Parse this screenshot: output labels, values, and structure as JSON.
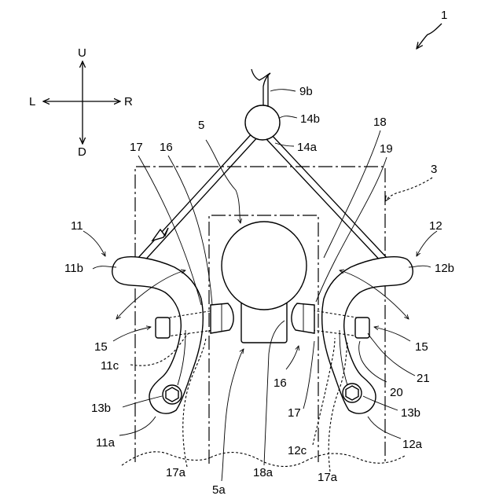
{
  "figure": {
    "ref_1": "1",
    "ref_3": "3",
    "ref_5": "5",
    "ref_5a": "5a",
    "ref_9b": "9b",
    "ref_11": "11",
    "ref_11a": "11a",
    "ref_11b": "11b",
    "ref_11c": "11c",
    "ref_12": "12",
    "ref_12a": "12a",
    "ref_12b": "12b",
    "ref_12c": "12c",
    "ref_13b_left": "13b",
    "ref_13b_right": "13b",
    "ref_14a": "14a",
    "ref_14b": "14b",
    "ref_15_left": "15",
    "ref_15_right": "15",
    "ref_16_left": "16",
    "ref_16_right": "16",
    "ref_17_left": "17",
    "ref_17_right": "17",
    "ref_17a_left": "17a",
    "ref_17a_right": "17a",
    "ref_18": "18",
    "ref_18a": "18a",
    "ref_19": "19",
    "ref_20": "20",
    "ref_21": "21"
  },
  "direction": {
    "up": "U",
    "down": "D",
    "left": "L",
    "right": "R"
  }
}
